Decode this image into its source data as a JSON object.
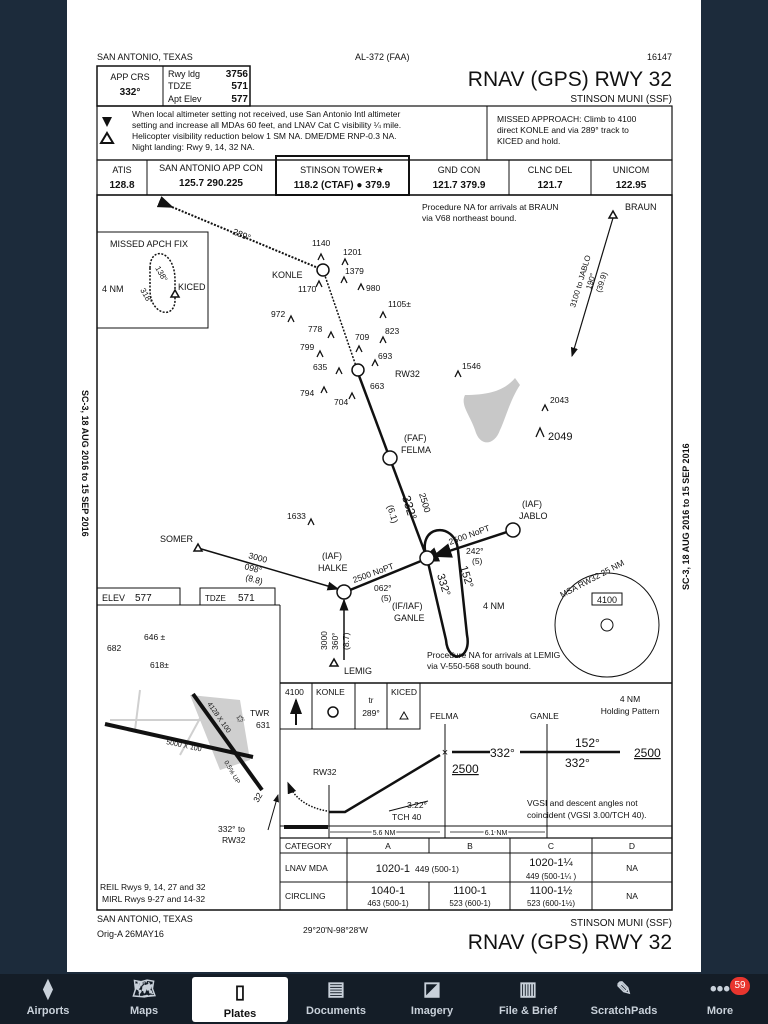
{
  "header": {
    "location": "SAN ANTONIO, TEXAS",
    "chart_id": "AL-372 (FAA)",
    "number": "16147",
    "title": "RNAV (GPS) RWY 32",
    "airport": "STINSON MUNI (SSF)"
  },
  "info": {
    "app_crs_label": "APP CRS",
    "app_crs": "332°",
    "rwy_ldg_label": "Rwy ldg",
    "rwy_ldg": "3756",
    "tdze_label": "TDZE",
    "tdze": "571",
    "apt_elev_label": "Apt Elev",
    "apt_elev": "577"
  },
  "notes": [
    "When local altimeter setting not received, use San Antonio Intl altimeter",
    "setting and increase all MDAs 60 feet, and LNAV Cat C visibility ¼ mile.",
    "Helicopter visibility reduction below 1 SM NA. DME/DME RNP-0.3 NA.",
    "Night landing: Rwy 9, 14, 32 NA."
  ],
  "missed_approach": [
    "MISSED APPROACH: Climb to 4100",
    "direct KONLE and via 289° track to",
    "KICED and hold."
  ],
  "freqs": [
    {
      "label": "ATIS",
      "value": "128.8"
    },
    {
      "label": "SAN ANTONIO APP CON",
      "value": "125.7  290.225"
    },
    {
      "label": "STINSON TOWER★",
      "value": "118.2 (CTAF) ● 379.9"
    },
    {
      "label": "GND CON",
      "value": "121.7  379.9"
    },
    {
      "label": "CLNC DEL",
      "value": "121.7"
    },
    {
      "label": "UNICOM",
      "value": "122.95"
    }
  ],
  "plan": {
    "braun_note": [
      "Procedure NA for arrivals at BRAUN",
      "via V68 northeast bound."
    ],
    "lemig_note": [
      "Procedure NA for arrivals at LEMIG",
      "via V-550-568 south bound."
    ],
    "missed_fix_title": "MISSED APCH FIX",
    "hold_4nm": "4 NM",
    "hold_in": "138°",
    "hold_out": "318°",
    "fixes": {
      "konle": "KONLE",
      "kiced": "KICED",
      "braun": "BRAUN",
      "felma": "FELMA",
      "faf": "(FAF)",
      "jablo": "JABLO",
      "iaf": "(IAF)",
      "halke": "HALKE",
      "somer": "SOMER",
      "ganle": "GANLE",
      "if_iaf": "(IF/IAF)",
      "lemig": "LEMIG",
      "rw32": "RW32"
    },
    "track_289": "289°",
    "braun_route": "3100 to JABLO",
    "braun_crs": "190°",
    "braun_dist": "(39.9)",
    "final_alt": "2500",
    "final_crs": "332°",
    "final_dist": "(6.1)",
    "jablo_alt": "2500 NoPT",
    "jablo_crs": "242°",
    "jablo_dist": "(5)",
    "halke_alt": "2500 NoPT",
    "halke_crs": "062°",
    "halke_dist": "(5)",
    "somer_alt": "3000",
    "somer_crs": "098°",
    "somer_dist": "(8.8)",
    "lemig_alt": "3000",
    "lemig_crs": "360°",
    "lemig_dist": "(8.7)",
    "hold_crs": "152°",
    "hold_in_crs": "332°",
    "hold_len": "4 NM",
    "msa_label": "MSA RW32 25 NM",
    "msa_alt": "4100",
    "obstacles": [
      "1140",
      "1201",
      "1379",
      "1170",
      "980",
      "1105±",
      "972",
      "778",
      "823",
      "709",
      "799",
      "693",
      "635",
      "663",
      "794",
      "704",
      "1546",
      "2043",
      "2049",
      "1633"
    ],
    "side_text": "SC-3, 18 AUG 2016 to 15 SEP 2016"
  },
  "airport": {
    "elev_label": "ELEV",
    "elev": "577",
    "tdze_label": "TDZE",
    "tdze": "571",
    "obstacles": [
      "646 ±",
      "682",
      "618±"
    ],
    "rwy_14_32": "4128 X 100",
    "rwy_9_27": "5000 X 100",
    "gradient": "0.5% UP",
    "twr": "TWR",
    "twr_elev": "631",
    "rwy_num": "32",
    "crs_note": [
      "332° to",
      "RW32"
    ],
    "lighting": [
      "REIL Rwys 9, 14, 27 and 32",
      "MIRL Rwys 9-27 and 14-32"
    ]
  },
  "profile": {
    "ma_alt": "4100",
    "ma_fix": "KONLE",
    "ma_track_prefix": "tr",
    "ma_track": "289°",
    "ma_hold": "KICED",
    "felma": "FELMA",
    "ganle": "GANLE",
    "hold_note": [
      "4 NM",
      "Holding Pattern"
    ],
    "crs_out": "152°",
    "alt_hold": "2500",
    "crs_in_1": "332°",
    "crs_in_2": "332°",
    "alt_felma": "2500",
    "rw32": "RW32",
    "angle": "3.22°",
    "tch": "TCH 40",
    "dist_1": "5.6 NM",
    "dist_2": "6.1 NM",
    "vgsi": [
      "VGSI and descent angles not",
      "coincident (VGSI 3.00/TCH 40)."
    ]
  },
  "minimums": {
    "headers": [
      "CATEGORY",
      "A",
      "B",
      "C",
      "D"
    ],
    "lnav": {
      "label": "LNAV  MDA",
      "ab": "1020-1",
      "ab_sub": "449 (500-1)",
      "c": "1020-1¼",
      "c_sub": "449 (500-1¼ )",
      "d": "NA"
    },
    "circling": {
      "label": "CIRCLING",
      "a": "1040-1",
      "a_sub": "463 (500-1)",
      "b": "1100-1",
      "b_sub": "523 (600-1)",
      "c": "1100-1½",
      "c_sub": "523 (600-1½)",
      "d": "NA"
    }
  },
  "footer": {
    "location": "SAN ANTONIO, TEXAS",
    "orig": "Orig-A  26MAY16",
    "coords": "29°20'N-98°28'W",
    "airport": "STINSON MUNI (SSF)",
    "title": "RNAV (GPS) RWY 32"
  },
  "tabs": [
    {
      "label": "Airports",
      "icon": "airports-icon"
    },
    {
      "label": "Maps",
      "icon": "map-icon"
    },
    {
      "label": "Plates",
      "icon": "plates-icon"
    },
    {
      "label": "Documents",
      "icon": "documents-icon"
    },
    {
      "label": "Imagery",
      "icon": "imagery-icon"
    },
    {
      "label": "File & Brief",
      "icon": "file-brief-icon"
    },
    {
      "label": "ScratchPads",
      "icon": "scratchpad-icon"
    },
    {
      "label": "More",
      "icon": "more-icon"
    }
  ],
  "selected_tab": "Plates",
  "more_badge": "59"
}
